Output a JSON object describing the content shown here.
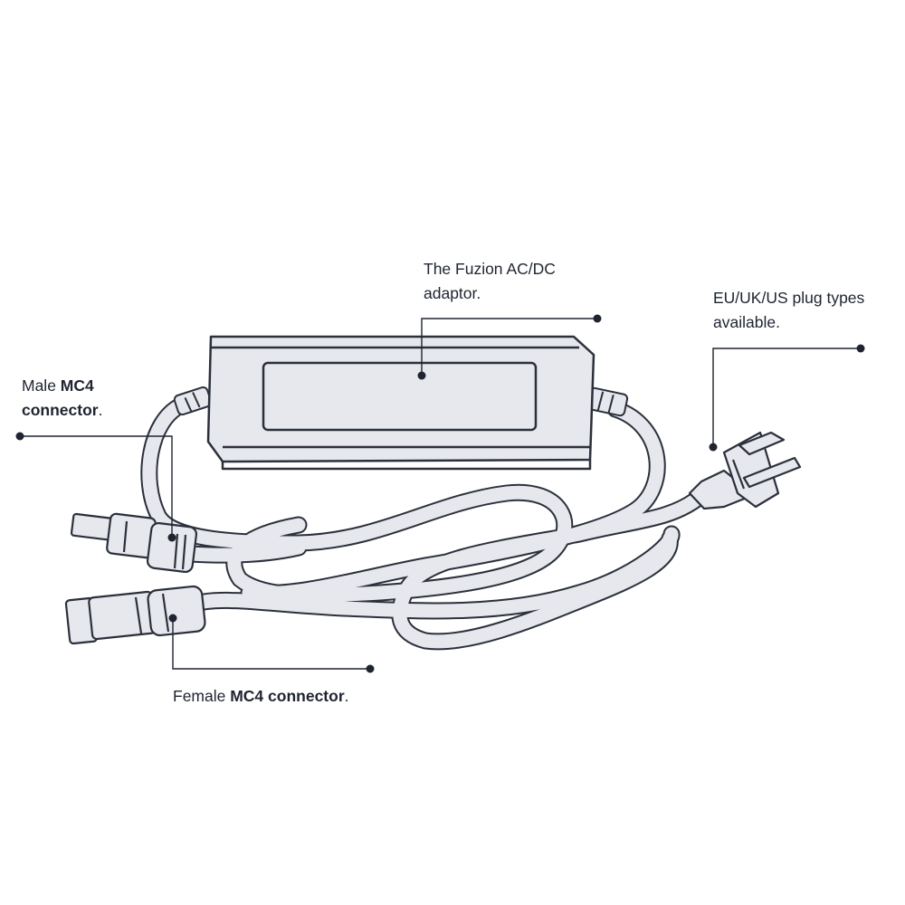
{
  "colors": {
    "outline": "#2b303b",
    "fill": "#e6e8ed",
    "background": "#ffffff",
    "text": "#1f2430"
  },
  "labels": {
    "adaptor": {
      "line1": "The Fuzion AC/DC",
      "line2": "adaptor."
    },
    "plug": {
      "line1": "EU/UK/US plug types",
      "line2": "available."
    },
    "male": {
      "prefix": "Male ",
      "bold1": "MC4",
      "bold2": "connector",
      "suffix": "."
    },
    "female": {
      "prefix": "Female ",
      "bold": "MC4 connector",
      "suffix": "."
    }
  }
}
